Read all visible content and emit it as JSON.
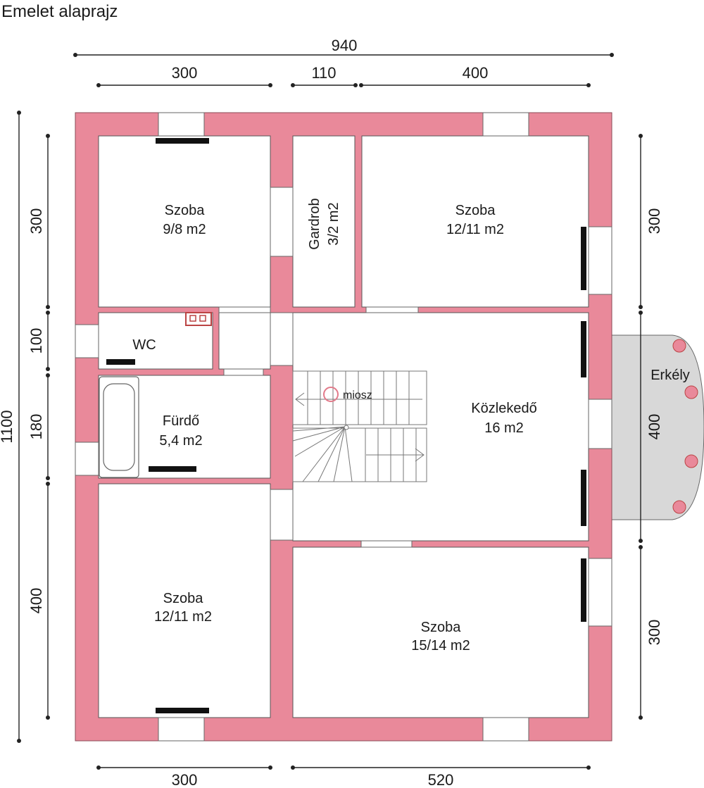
{
  "title": "Emelet alaprajz",
  "colors": {
    "wall": "#e9899a",
    "balcony": "#d8d8d8",
    "radiator": "#111111"
  },
  "dimensions": {
    "top_total": "940",
    "top_left": "300",
    "top_mid": "110",
    "top_right": "400",
    "bottom_left": "300",
    "bottom_right": "520",
    "left_total": "1100",
    "left_1": "300",
    "left_2": "100",
    "left_3": "180",
    "left_4": "400",
    "right_1": "300",
    "right_2": "400",
    "right_3": "300"
  },
  "rooms": {
    "szoba_nw": {
      "name": "Szoba",
      "area": "9/8 m2"
    },
    "gardrob": {
      "name": "Gardrob",
      "area": "3/2 m2"
    },
    "szoba_ne": {
      "name": "Szoba",
      "area": "12/11 m2"
    },
    "wc": {
      "name": "WC"
    },
    "furdo": {
      "name": "Fürdő",
      "area": "5,4 m2"
    },
    "kozlekedo": {
      "name": "Közlekedő",
      "area": "16 m2"
    },
    "szoba_sw": {
      "name": "Szoba",
      "area": "12/11 m2"
    },
    "szoba_se": {
      "name": "Szoba",
      "area": "15/14 m2"
    },
    "erkely": {
      "name": "Erkély"
    }
  },
  "watermark": "miosz"
}
